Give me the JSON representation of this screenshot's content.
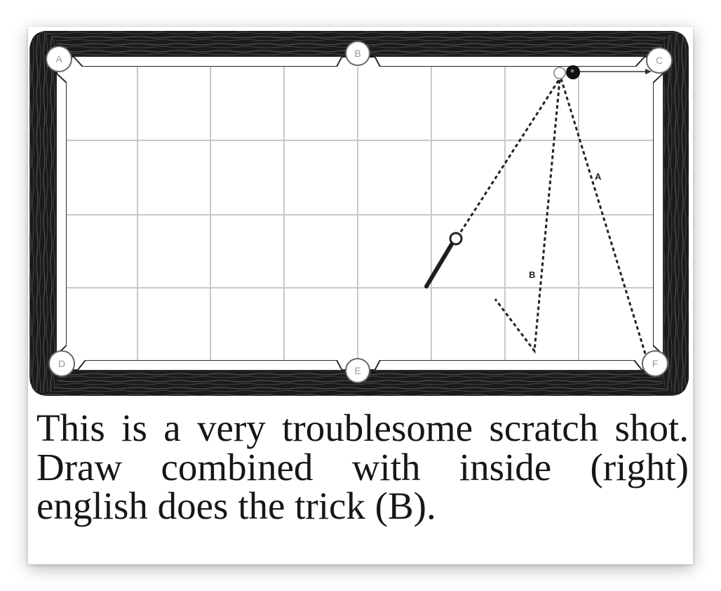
{
  "pockets": [
    {
      "id": "A",
      "label": "A"
    },
    {
      "id": "B",
      "label": "B"
    },
    {
      "id": "C",
      "label": "C"
    },
    {
      "id": "D",
      "label": "D"
    },
    {
      "id": "E",
      "label": "E"
    },
    {
      "id": "F",
      "label": "F"
    }
  ],
  "paths": {
    "a_label": "A",
    "b_label": "B"
  },
  "caption": "This is a very troublesome scratch shot. Draw combined with inside (right) english does the trick (B).",
  "colors": {
    "rail": "#1a1a1a",
    "grid": "#c9c9c9",
    "felt": "#ffffff",
    "ink": "#161616"
  }
}
